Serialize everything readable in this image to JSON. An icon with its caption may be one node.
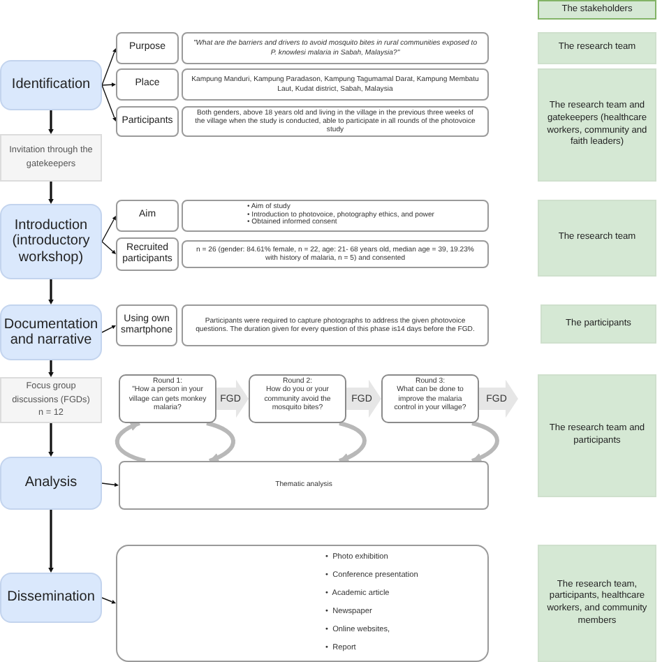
{
  "diagram": {
    "nodes": [
      {
        "text": [
          "The stakeholders"
        ]
      },
      {
        "text": [
          "Identification"
        ]
      },
      {
        "text": [
          "Purpose"
        ]
      },
      {
        "text": [
          "\"What are the barriers and drivers to avoid mosquito bites in rural communities exposed to P. knowlesi malaria in Sabah, Malaysia?\""
        ]
      },
      {
        "text": [
          "Place"
        ]
      },
      {
        "text": [
          "Kampung Manduri, Kampung Paradason, Kampung Tagumamal Darat, Kampung Membatu Laut, Kudat district, Sabah, Malaysia"
        ]
      },
      {
        "text": [
          "Participants"
        ]
      },
      {
        "text": [
          "Both genders, above 18 years old and living in the village in the previous three weeks of the village when the study is conducted, able to participate in all rounds of the photovoice study"
        ]
      },
      {
        "text": [
          "The research team"
        ]
      },
      {
        "text": [
          "The research team and gatekeepers (healthcare workers, community and faith leaders)"
        ]
      },
      {
        "text": [
          "Invitation through the gatekeepers"
        ]
      },
      {
        "text": [
          "Introduction (introductory workshop)"
        ]
      },
      {
        "text": [
          "Aim"
        ]
      },
      {
        "text": [
          "• Aim of study",
          "• Introduction to photovoice, photography ethics, and power",
          "• Obtained informed consent"
        ]
      },
      {
        "text": [
          "Recruited participants"
        ]
      },
      {
        "text": [
          "n = 26 (gender: 84.61% female, n = 22, age: 21- 68 years old, median age = 39, 19.23% with history of malaria, n = 5) and consented"
        ]
      },
      {
        "text": [
          "The research team"
        ]
      },
      {
        "text": [
          "Documentation and narrative"
        ]
      },
      {
        "text": [
          "Using own smartphone"
        ]
      },
      {
        "text": [
          "Participants were required to capture photographs to address the given photovoice questions. The duration given for every question of this phase is14 days before the FGD."
        ]
      },
      {
        "text": [
          "The participants"
        ]
      },
      {
        "text": [
          "Focus group discussions (FGDs)",
          "n = 12"
        ]
      },
      {
        "text": [
          "Round 1:",
          "\"How a person in your village can gets monkey malaria?"
        ]
      },
      {
        "text": [
          "Round 2:",
          "How do you or your community avoid the mosquito bites?"
        ]
      },
      {
        "text": [
          "Round 3:",
          "What can be done to improve the malaria control in your village?"
        ]
      },
      {
        "text": [
          "The research team and participants"
        ]
      },
      {
        "text": [
          "Analysis"
        ]
      },
      {
        "text": [
          "Thematic analysis"
        ]
      },
      {
        "text": [
          "Dissemination"
        ]
      },
      {
        "text": [
          "•  Photo exhibition",
          "•  Conference presentation",
          "•  Academic article",
          "•  Newspaper",
          "•  Online websites,",
          "•  Report"
        ]
      },
      {
        "text": [
          "The research team, participants, healthcare workers, and community members"
        ]
      }
    ],
    "edges": [
      {
        "from": 1,
        "to": 10,
        "arrow": "to"
      },
      {
        "from": 10,
        "to": 11,
        "arrow": "to"
      },
      {
        "from": 11,
        "to": 17,
        "arrow": "to"
      },
      {
        "from": 17,
        "to": 21,
        "arrow": "to"
      },
      {
        "from": 21,
        "to": 26,
        "arrow": "to"
      },
      {
        "from": 26,
        "to": 28,
        "arrow": "to"
      },
      {
        "from": 1,
        "to": 2,
        "arrow": "to"
      },
      {
        "from": 1,
        "to": 4,
        "arrow": "to"
      },
      {
        "from": 1,
        "to": 6,
        "arrow": "to"
      },
      {
        "from": 11,
        "to": 12,
        "arrow": "to"
      },
      {
        "from": 11,
        "to": 14,
        "arrow": "to"
      },
      {
        "from": 17,
        "to": 18,
        "arrow": "to"
      },
      {
        "from": 26,
        "to": 27,
        "arrow": "to"
      },
      {
        "from": 28,
        "to": 29,
        "arrow": "to"
      },
      {
        "from": 22,
        "to": 23,
        "arrow": "to",
        "label": "FGD",
        "style": "thick",
        "color": "#e6e6e6"
      },
      {
        "from": 23,
        "to": 24,
        "arrow": "to",
        "label": "FGD",
        "style": "thick",
        "color": "#e6e6e6"
      },
      {
        "from": 24,
        "to": null,
        "arrow": "to",
        "label": "FGD",
        "style": "thick",
        "color": "#e6e6e6"
      },
      {
        "from": 27,
        "to": 22,
        "arrow": "to",
        "color": "#b8b8b8"
      },
      {
        "from": 22,
        "to": 27,
        "arrow": "to",
        "color": "#b8b8b8"
      },
      {
        "from": 23,
        "to": 27,
        "arrow": "to",
        "color": "#b8b8b8"
      },
      {
        "from": 24,
        "to": 27,
        "arrow": "to",
        "color": "#b8b8b8"
      }
    ]
  }
}
